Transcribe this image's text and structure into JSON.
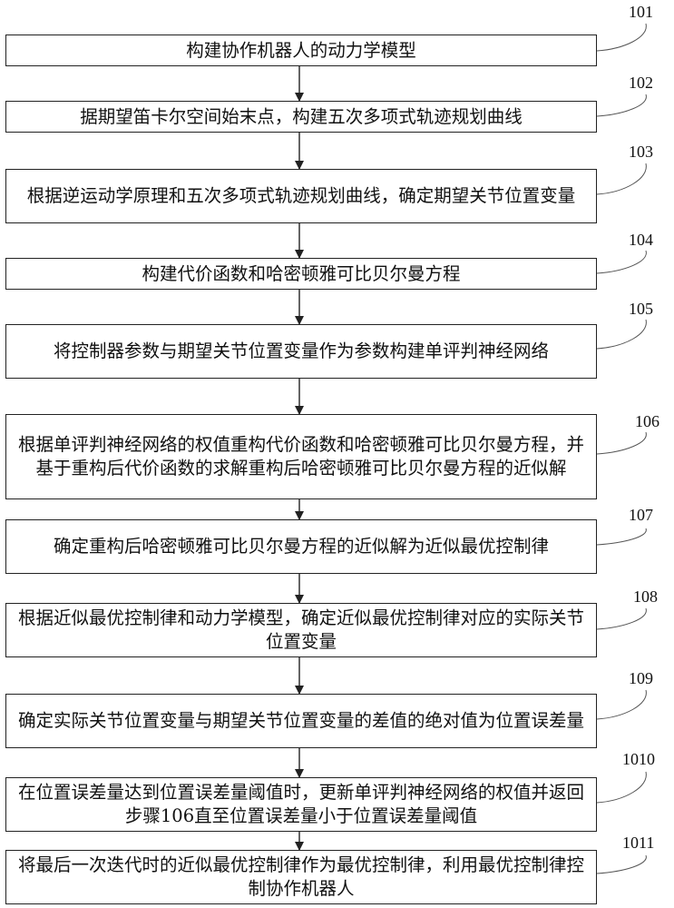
{
  "steps": [
    {
      "id": "101",
      "text": "构建协作机器人的动力学模型"
    },
    {
      "id": "102",
      "text": "据期望笛卡尔空间始末点，构建五次多项式轨迹规划曲线"
    },
    {
      "id": "103",
      "text": "根据逆运动学原理和五次多项式轨迹规划曲线，确定期望关节位置变量"
    },
    {
      "id": "104",
      "text": "构建代价函数和哈密顿雅可比贝尔曼方程"
    },
    {
      "id": "105",
      "text": "将控制器参数与期望关节位置变量作为参数构建单评判神经网络"
    },
    {
      "id": "106",
      "text": "根据单评判神经网络的权值重构代价函数和哈密顿雅可比贝尔曼方程，并基于重构后代价函数的求解重构后哈密顿雅可比贝尔曼方程的近似解"
    },
    {
      "id": "107",
      "text": "确定重构后哈密顿雅可比贝尔曼方程的近似解为近似最优控制律"
    },
    {
      "id": "108",
      "text": "根据近似最优控制律和动力学模型，确定近似最优控制律对应的实际关节位置变量"
    },
    {
      "id": "109",
      "text": "确定实际关节位置变量与期望关节位置变量的差值的绝对值为位置误差量"
    },
    {
      "id": "1010",
      "text": "在位置误差量达到位置误差量阈值时，更新单评判神经网络的权值并返回步骤106直至位置误差量小于位置误差量阈值"
    },
    {
      "id": "1011",
      "text": "将最后一次迭代时的近似最优控制律作为最优控制律，利用最优控制律控制协作机器人"
    }
  ]
}
